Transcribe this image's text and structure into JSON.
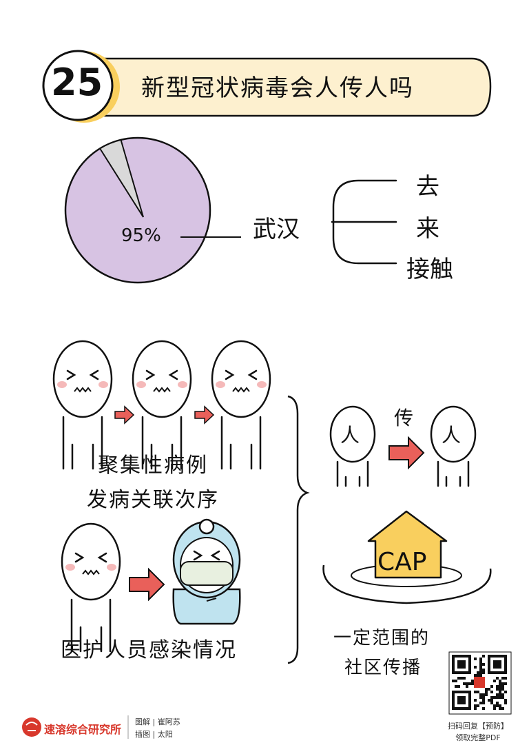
{
  "header": {
    "number": "25",
    "title": "新型冠状病毒会人传人吗"
  },
  "pie": {
    "label": "95%",
    "value": 0.95
  },
  "wuhan": {
    "label": "武汉",
    "branches": [
      "去",
      "来",
      "接触"
    ]
  },
  "cluster": {
    "line1": "聚集性病例",
    "line2": "发病关联次序"
  },
  "staff": {
    "label": "医护人员感染情况"
  },
  "p2p": {
    "person_a": "人",
    "verb": "传",
    "person_b": "人"
  },
  "community": {
    "house": "CAP",
    "line1": "一定范围的",
    "line2": "社区传播"
  },
  "footer": {
    "logo_text": "速溶综合研究所",
    "credit1": "图解 | 崔阿苏",
    "credit2": "插图 | 太阳",
    "qr_caption1": "扫码回复【预防】",
    "qr_caption2": "领取完整PDF"
  },
  "colors": {
    "banner": "#fdf0cf",
    "pie": "#d7c3e3",
    "pie_slice": "#d9d9d9",
    "arrow": "#e9605a",
    "cheek": "#f5b9b9",
    "house": "#f9cf5e",
    "mask": "#bfe3ef",
    "logo": "#d8382c"
  }
}
